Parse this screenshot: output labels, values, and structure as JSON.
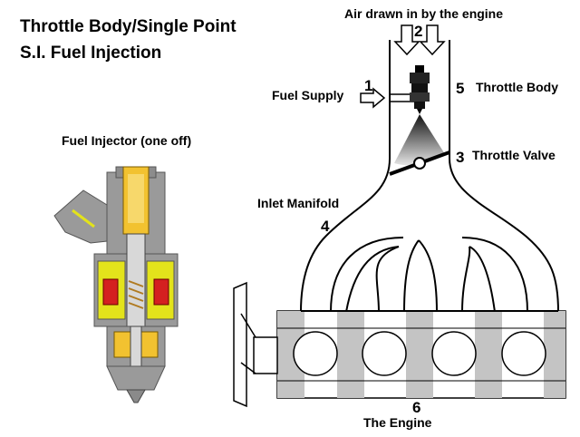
{
  "title": {
    "line1": "Throttle Body/Single Point",
    "line2": "S.I. Fuel Injection"
  },
  "injector_caption": "Fuel Injector (one off)",
  "labels": {
    "air": "Air drawn in by the engine",
    "fuel_supply": "Fuel Supply",
    "throttle_body": "Throttle Body",
    "throttle_valve": "Throttle Valve",
    "inlet_manifold": "Inlet Manifold",
    "engine": "The Engine"
  },
  "numbers": {
    "fuel_supply": "1",
    "air": "2",
    "throttle_valve": "3",
    "inlet_manifold": "4",
    "throttle_body": "5",
    "engine": "6"
  },
  "colors": {
    "injector_body": "#9a9a9a",
    "injector_fuel": "#f2c230",
    "injector_coil": "#d42020",
    "injector_magnet": "#e3e31b",
    "engine_block": "#c4c4c4",
    "cylinder": "#ffffff"
  }
}
